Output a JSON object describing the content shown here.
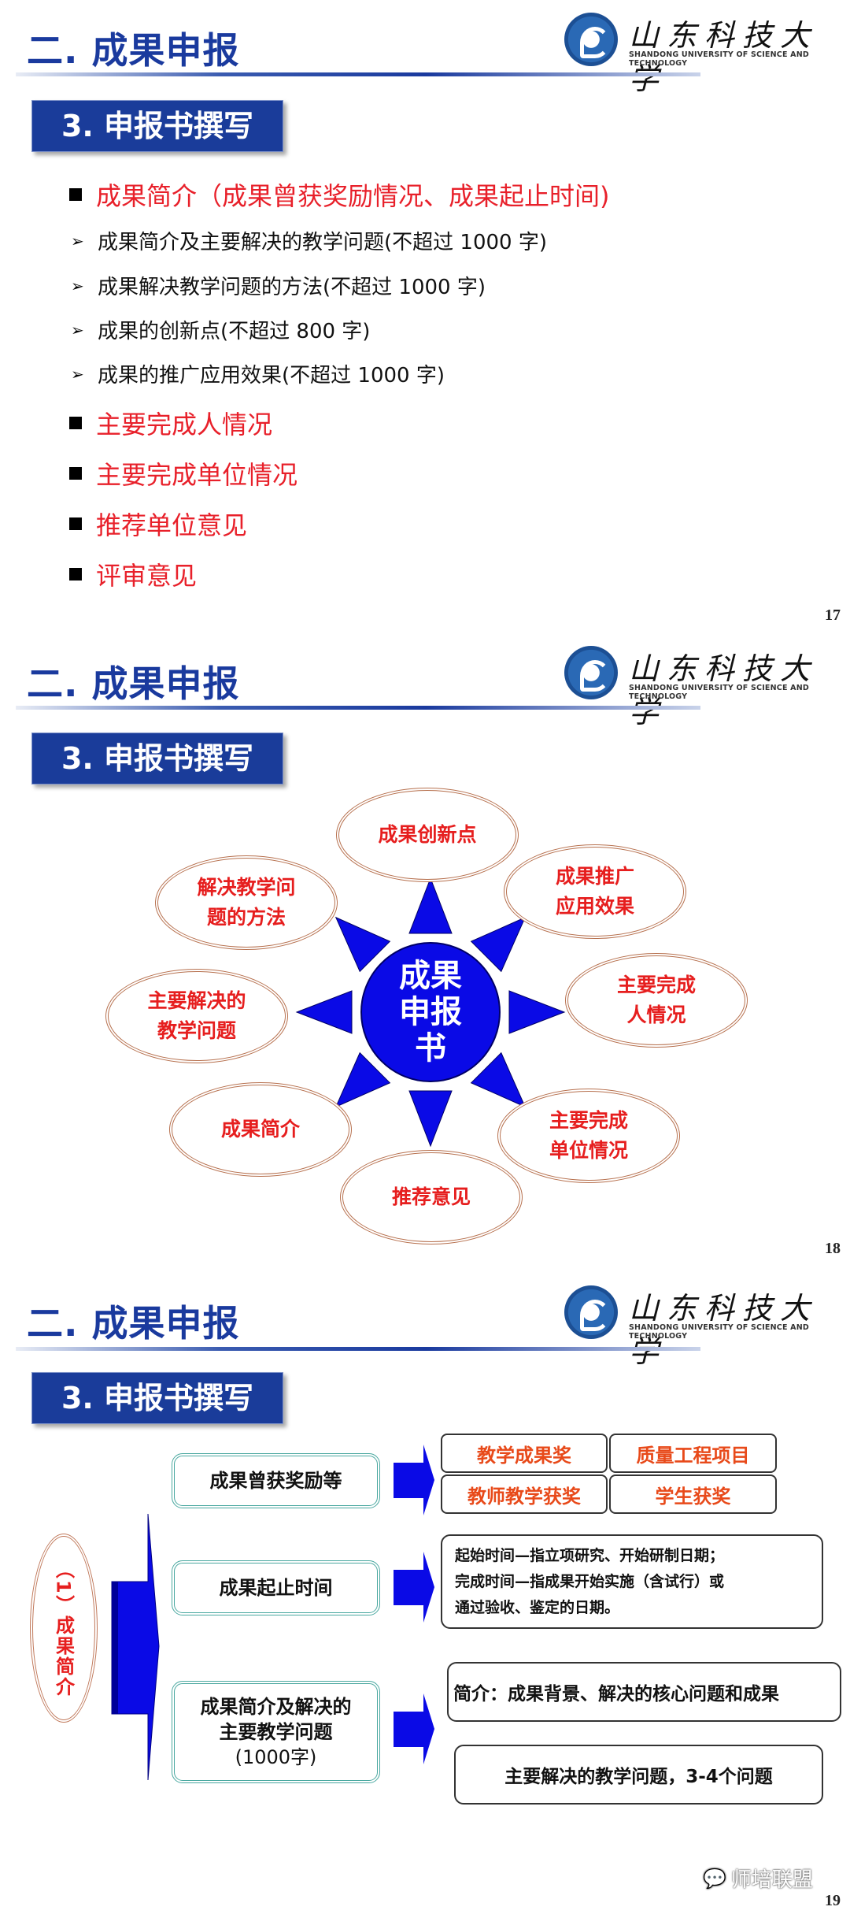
{
  "common": {
    "section_title": "二. 成果申报",
    "sub_title": "3. 申报书撰写",
    "logo_cn": "山东科技大学",
    "logo_en": "SHANDONG UNIVERSITY OF SCIENCE AND TECHNOLOGY"
  },
  "slide17": {
    "page": "17",
    "items": [
      {
        "type": "main",
        "text": "成果简介（成果曾获奖励情况、成果起止时间)"
      },
      {
        "type": "sub",
        "text": "成果简介及主要解决的教学问题(不超过 1000 字)"
      },
      {
        "type": "sub",
        "text": "成果解决教学问题的方法(不超过 1000 字)"
      },
      {
        "type": "sub",
        "text": "成果的创新点(不超过 800 字)"
      },
      {
        "type": "sub",
        "text": "成果的推广应用效果(不超过 1000 字)"
      },
      {
        "type": "main",
        "text": "主要完成人情况"
      },
      {
        "type": "main",
        "text": "主要完成单位情况"
      },
      {
        "type": "main",
        "text": "推荐单位意见"
      },
      {
        "type": "main",
        "text": "评审意见"
      }
    ]
  },
  "slide18": {
    "page": "18",
    "center": [
      "成果",
      "申报",
      "书"
    ],
    "nodes": [
      {
        "line1": "成果创新点",
        "line2": ""
      },
      {
        "line1": "成果推广",
        "line2": "应用效果"
      },
      {
        "line1": "主要完成",
        "line2": "人情况"
      },
      {
        "line1": "主要完成",
        "line2": "单位情况"
      },
      {
        "line1": "推荐意见",
        "line2": ""
      },
      {
        "line1": "成果简介",
        "line2": ""
      },
      {
        "line1": "主要解决的",
        "line2": "教学问题"
      },
      {
        "line1": "解决教学问",
        "line2": "题的方法"
      }
    ],
    "colors": {
      "center": "#0a0ae6",
      "node_text": "#e61e1e",
      "node_border": "#b7714f"
    }
  },
  "slide19": {
    "page": "19",
    "root": "（1）成果简介",
    "branches": [
      {
        "label": "成果曾获奖励等"
      },
      {
        "label": "成果起止时间"
      },
      {
        "label": "成果简介及解决的主要教学问题(1000字)",
        "lines": [
          "成果简介及解决的",
          "主要教学问题",
          "(1000字)"
        ]
      }
    ],
    "awards": [
      "教学成果奖",
      "质量工程项目",
      "教师教学获奖",
      "学生获奖"
    ],
    "time_lines": [
      "起始时间—指立项研究、开始研制日期；",
      "完成时间—指成果开始实施（含试行）或",
      "通过验收、鉴定的日期。"
    ],
    "intro": "简介：成果背景、解决的核心问题和成果",
    "problems": "主要解决的教学问题，3-4个问题",
    "watermark": "师培联盟"
  }
}
